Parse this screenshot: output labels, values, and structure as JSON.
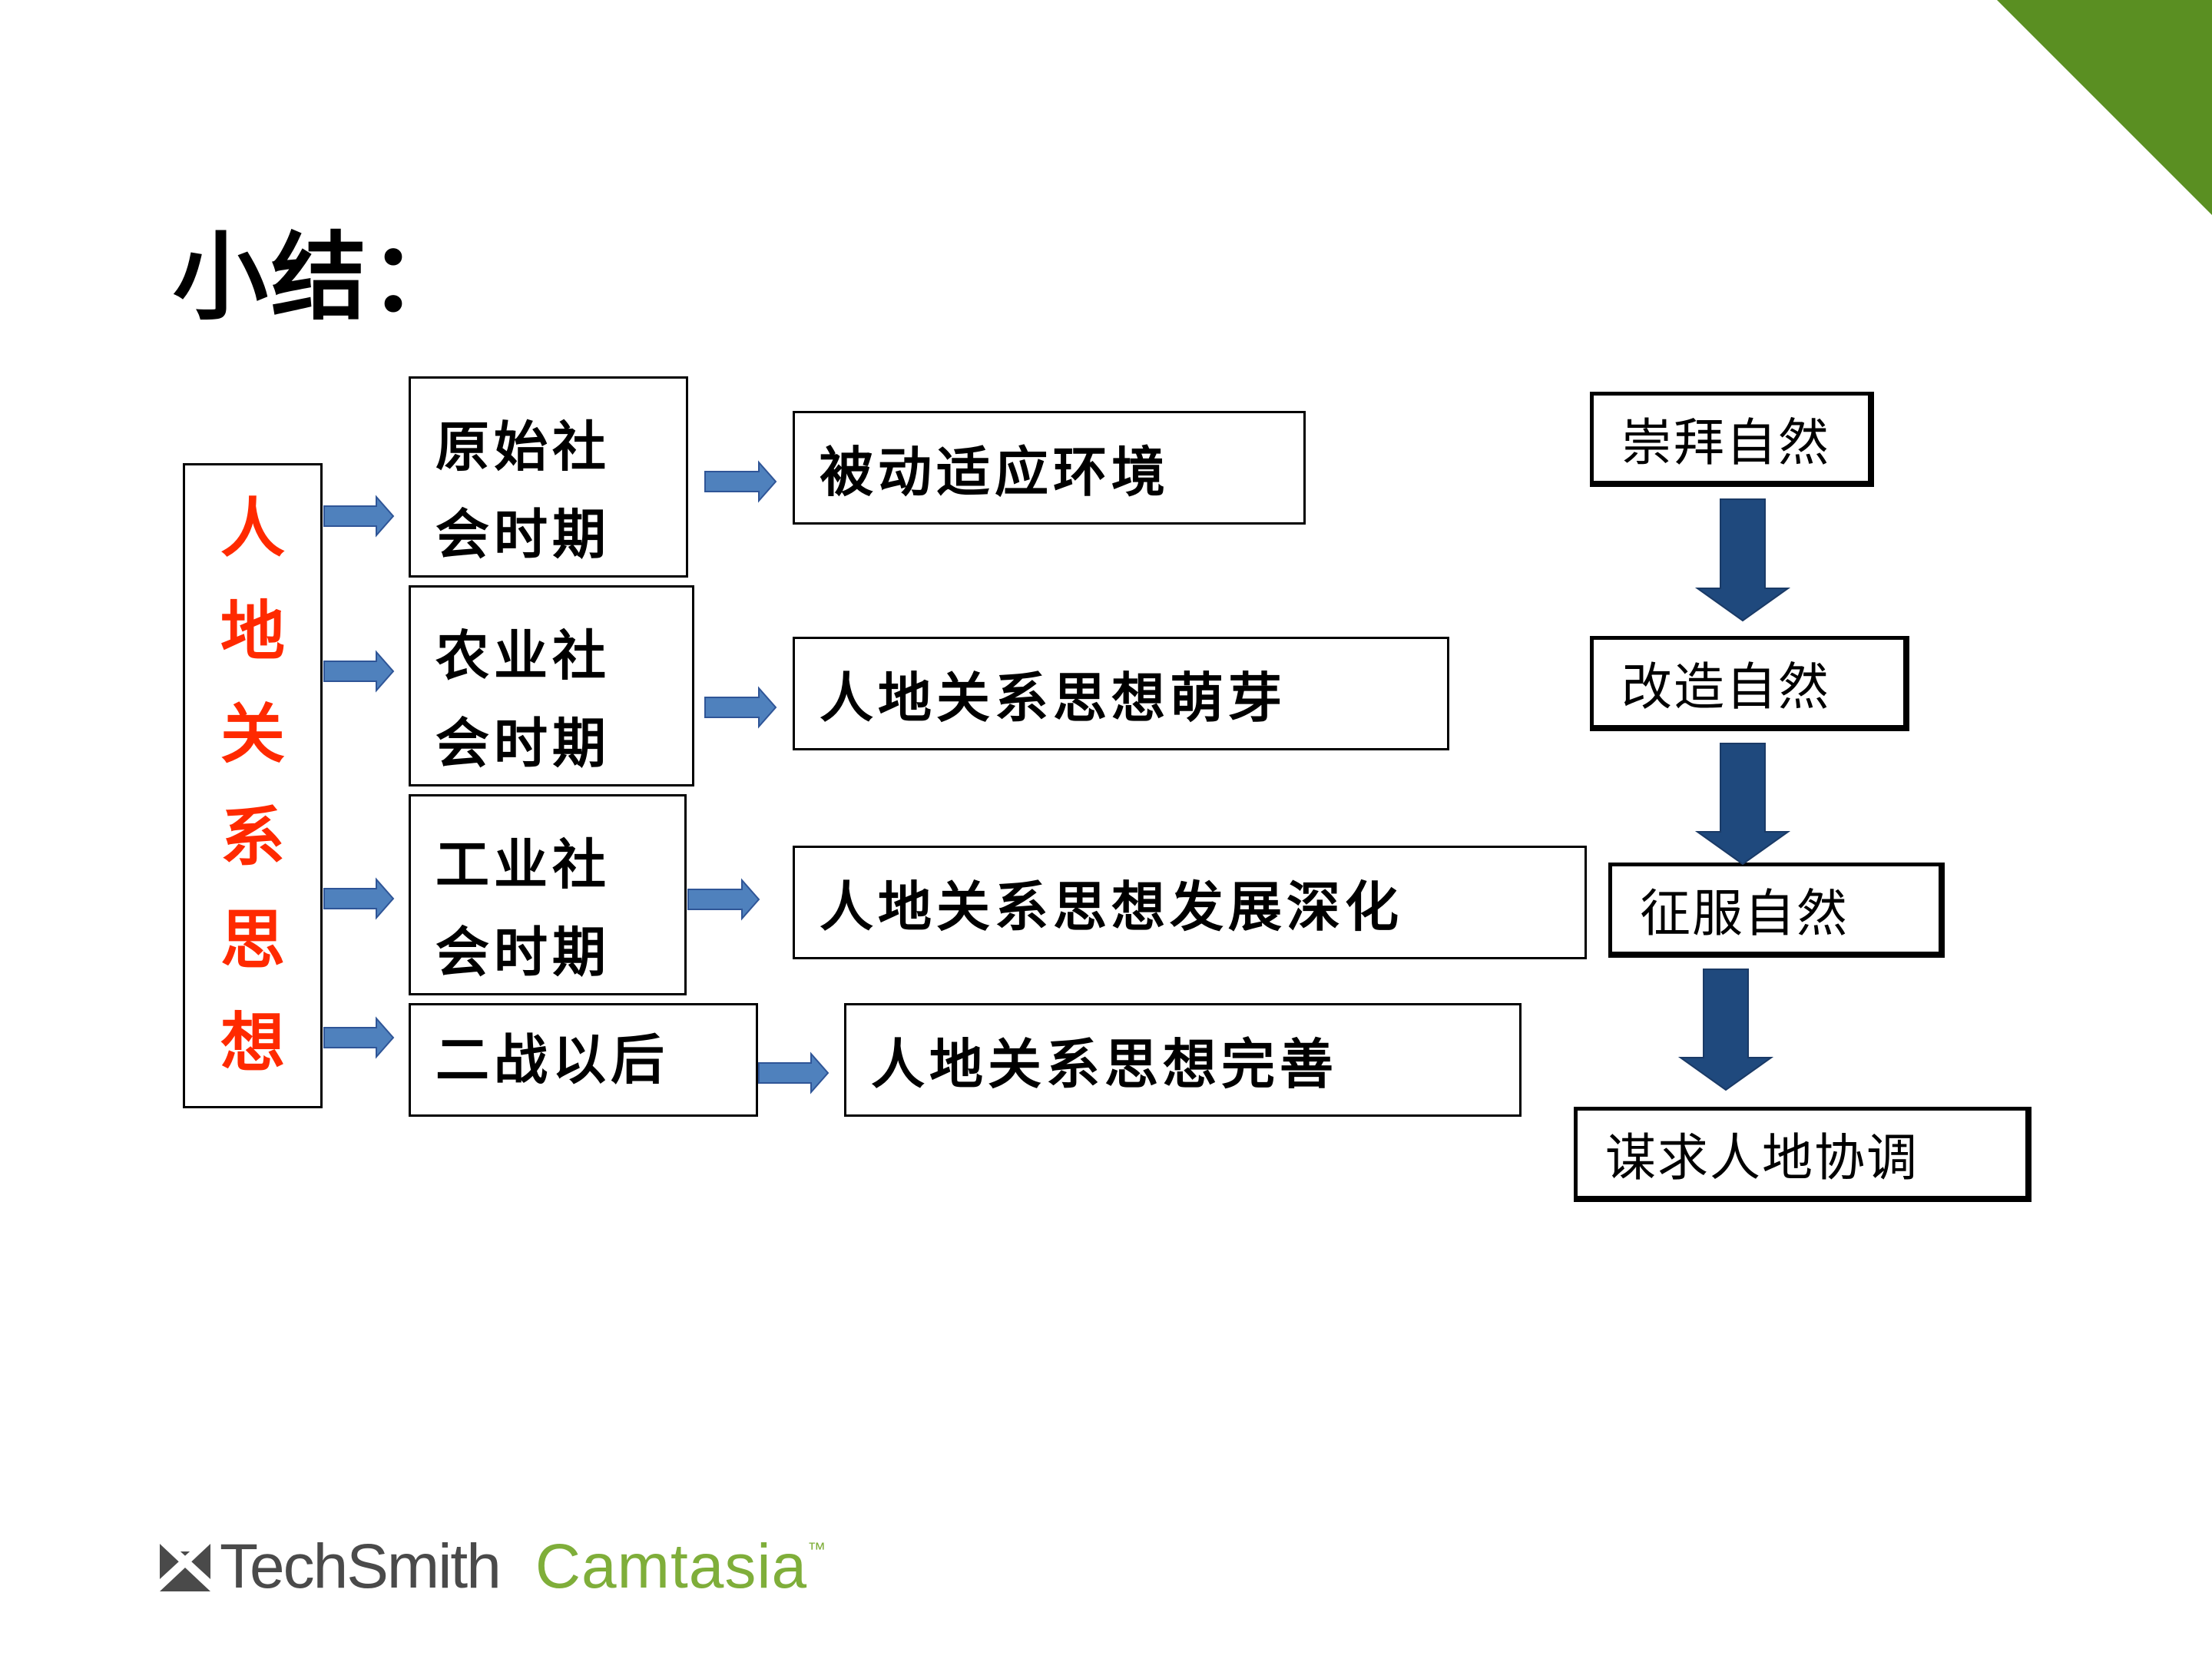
{
  "title": "小结：",
  "main_concept": {
    "chars": [
      "人",
      "地",
      "关",
      "系",
      "思",
      "想"
    ]
  },
  "eras": [
    {
      "line1": "原始社",
      "line2": "会时期",
      "idea": "被动适应环境"
    },
    {
      "line1": "农业社",
      "line2": "会时期",
      "idea": "人地关系思想萌芽"
    },
    {
      "line1": "工业社",
      "line2": "会时期",
      "idea": "人地关系思想发展深化"
    },
    {
      "line1": "二战以后",
      "line2": "",
      "idea": "人地关系思想完善"
    }
  ],
  "flow": [
    "崇拜自然",
    "改造自然",
    "征服自然",
    "谋求人地协调"
  ],
  "branding": {
    "techsmith": "TechSmith",
    "camtasia": "Camtasia",
    "tm": "™"
  },
  "colors": {
    "accent_red": "#ff2a00",
    "small_arrow": "#4f81bd",
    "big_arrow": "#1f497d",
    "corner_green": "#5a8f22",
    "logo_green": "#7fae3a"
  },
  "icons": {
    "logo_mark": "techsmith-logo-mark-icon"
  }
}
